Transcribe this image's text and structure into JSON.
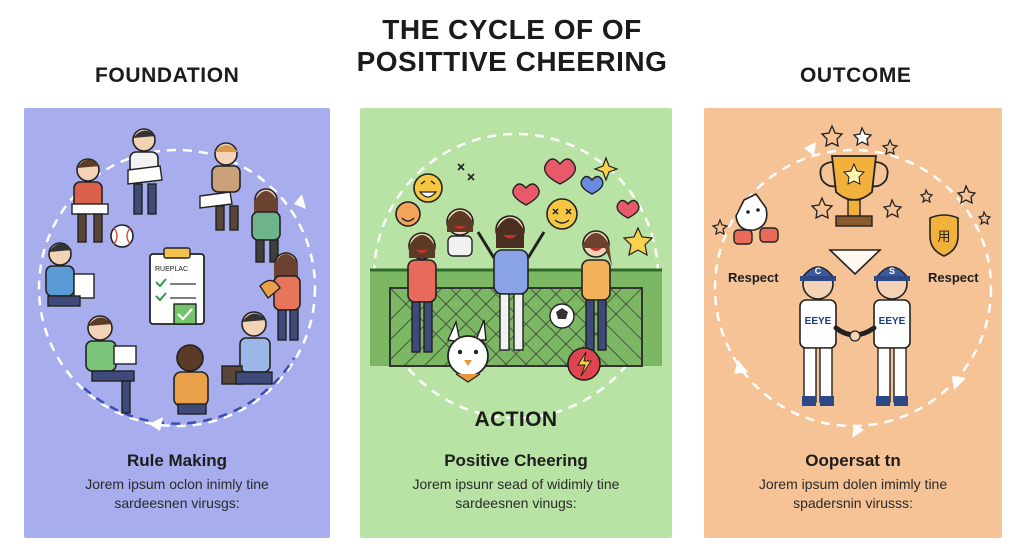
{
  "title": {
    "line1": "THE CYCLE OF OF",
    "line2": "POSITTIVE CHEERING"
  },
  "sections": {
    "foundation": {
      "heading": "FOUNDATION",
      "label": "Rule Making",
      "desc_line1": "Jorem ipsum oclon inimly tine",
      "desc_line2": "sardeesnen virusgs:",
      "clipboard_text": "RUEPLAC"
    },
    "action": {
      "heading": "ACTION",
      "label": "Positive Cheering",
      "desc_line1": "Jorem ipsunr sead of widimly tine",
      "desc_line2": "sardeesnen vinugs:"
    },
    "outcome": {
      "heading": "OUTCOME",
      "label": "Oopersat tn",
      "desc_line1": "Jorem ipsum dolen imimly tine",
      "desc_line2": "spadersnin virusss:",
      "respect_left": "Respect",
      "respect_right": "Respect",
      "jersey_left": "EEYE",
      "jersey_right": "EEYE",
      "cap_left": "C",
      "cap_right": "S",
      "badge": "用"
    }
  },
  "colors": {
    "foundation_panel": "#a7aded",
    "action_panel": "#b9e3a4",
    "outcome_panel": "#f5c396"
  }
}
